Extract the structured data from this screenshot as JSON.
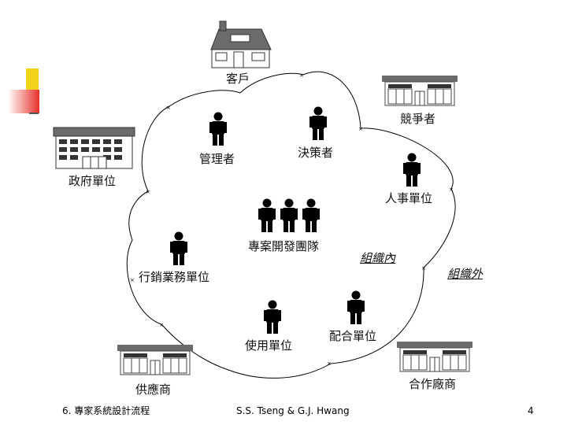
{
  "inside_nodes": {
    "manager": "管理者",
    "decision_maker": "決策者",
    "hr_unit": "人事單位",
    "dev_team": "專案開發團隊",
    "marketing_unit": "行銷業務單位",
    "user_unit": "使用單位",
    "partner_unit_inside": "配合單位"
  },
  "outside_nodes": {
    "customer": "客戶",
    "competitor": "競爭者",
    "government": "政府單位",
    "supplier": "供應商",
    "partner_vendor": "合作廠商"
  },
  "boundary_labels": {
    "inside": "組織內",
    "outside": "組織外"
  },
  "footer": {
    "course": "6. 專家系統設計流程",
    "authors": "S.S. Tseng & G.J. Hwang",
    "page": "4"
  },
  "colors": {
    "accent_yellow": "#f2d21b",
    "accent_red": "#e8302a",
    "building_roof": "#6b6b6b",
    "person": "#000000"
  }
}
